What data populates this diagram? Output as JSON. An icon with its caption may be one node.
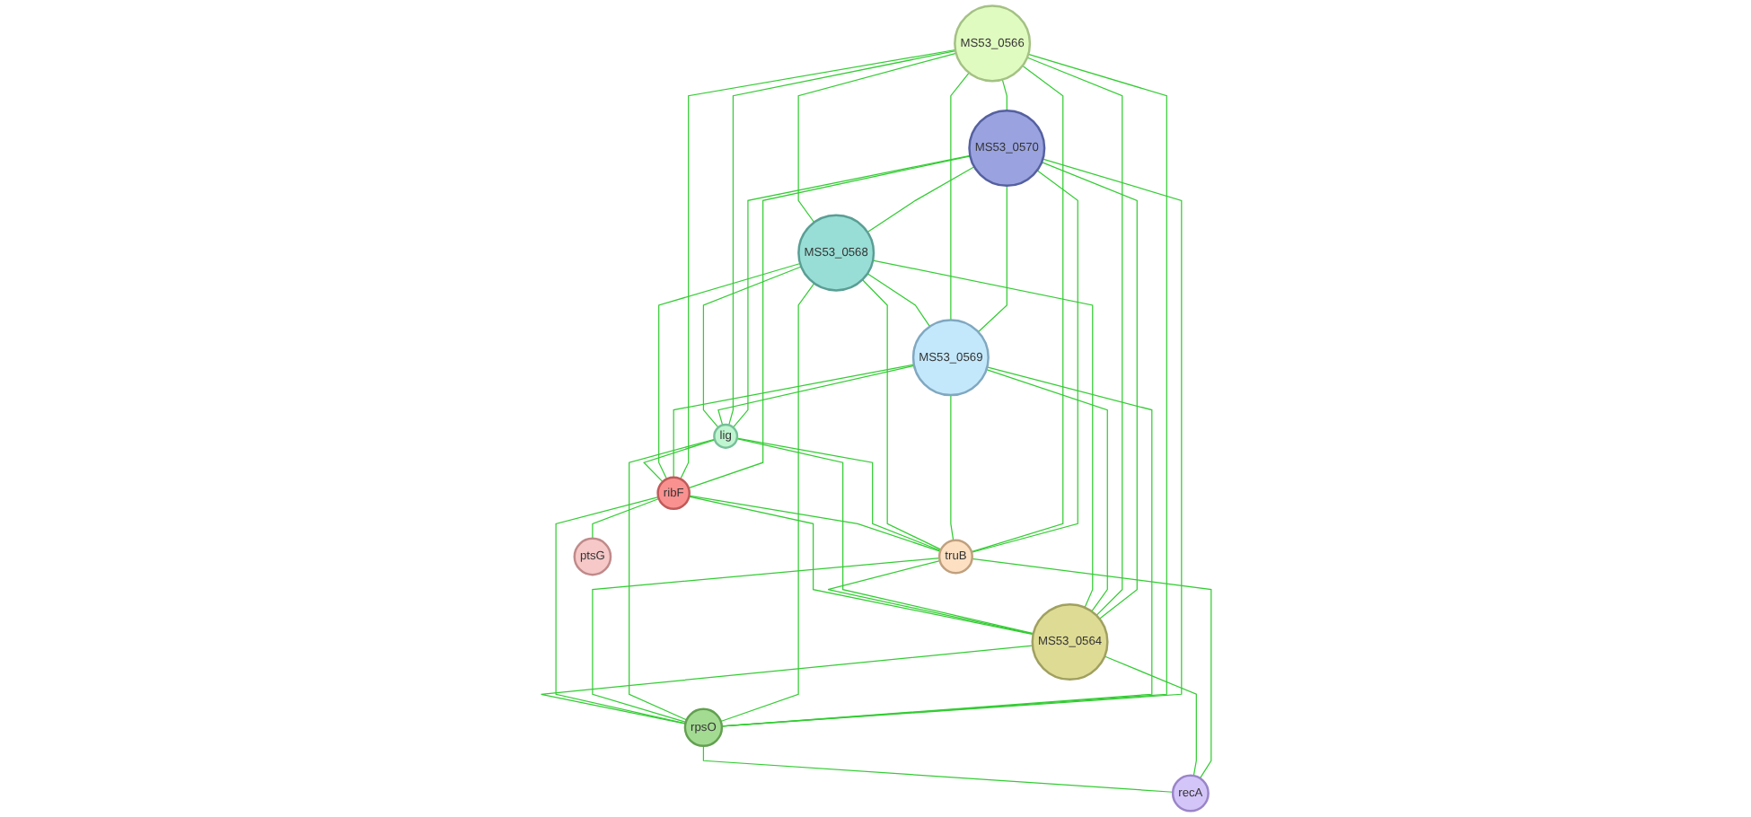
{
  "diagram": {
    "nodes": [
      {
        "text": [
          "MS53_0570"
        ]
      },
      {
        "text": [
          "MS53_0566"
        ]
      },
      {
        "text": [
          "MS53_0569"
        ]
      },
      {
        "text": [
          "MS53_0568"
        ]
      },
      {
        "text": [
          "lig"
        ]
      },
      {
        "text": [
          "truB"
        ]
      },
      {
        "text": [
          "ribF"
        ]
      },
      {
        "text": [
          "MS53_0564"
        ]
      },
      {
        "text": [
          "rpsO"
        ]
      },
      {
        "text": [
          "ptsG"
        ]
      },
      {
        "text": [
          "recA"
        ]
      }
    ],
    "edges": [
      {
        "from": 1,
        "to": 0,
        "arrow": "none"
      },
      {
        "from": 0,
        "to": 2,
        "arrow": "none"
      },
      {
        "from": 0,
        "to": 3,
        "arrow": "none"
      },
      {
        "from": 0,
        "to": 4,
        "arrow": "none"
      },
      {
        "from": 0,
        "to": 5,
        "arrow": "none"
      },
      {
        "from": 0,
        "to": 6,
        "arrow": "none"
      },
      {
        "from": 0,
        "to": 7,
        "arrow": "none"
      },
      {
        "from": 0,
        "to": 8,
        "arrow": "none"
      },
      {
        "from": 1,
        "to": 2,
        "arrow": "none"
      },
      {
        "from": 1,
        "to": 3,
        "arrow": "none"
      },
      {
        "from": 1,
        "to": 4,
        "arrow": "none"
      },
      {
        "from": 1,
        "to": 5,
        "arrow": "none"
      },
      {
        "from": 1,
        "to": 6,
        "arrow": "none"
      },
      {
        "from": 1,
        "to": 7,
        "arrow": "none"
      },
      {
        "from": 1,
        "to": 8,
        "arrow": "none"
      },
      {
        "from": 3,
        "to": 2,
        "arrow": "none"
      },
      {
        "from": 2,
        "to": 4,
        "arrow": "none"
      },
      {
        "from": 2,
        "to": 5,
        "arrow": "none"
      },
      {
        "from": 2,
        "to": 6,
        "arrow": "none"
      },
      {
        "from": 2,
        "to": 7,
        "arrow": "none"
      },
      {
        "from": 2,
        "to": 8,
        "arrow": "none"
      },
      {
        "from": 3,
        "to": 4,
        "arrow": "none"
      },
      {
        "from": 3,
        "to": 5,
        "arrow": "none"
      },
      {
        "from": 3,
        "to": 6,
        "arrow": "none"
      },
      {
        "from": 3,
        "to": 7,
        "arrow": "none"
      },
      {
        "from": 3,
        "to": 8,
        "arrow": "none"
      },
      {
        "from": 4,
        "to": 5,
        "arrow": "none"
      },
      {
        "from": 4,
        "to": 6,
        "arrow": "none"
      },
      {
        "from": 4,
        "to": 7,
        "arrow": "none"
      },
      {
        "from": 4,
        "to": 8,
        "arrow": "none"
      },
      {
        "from": 6,
        "to": 5,
        "arrow": "none"
      },
      {
        "from": 5,
        "to": 7,
        "arrow": "none"
      },
      {
        "from": 5,
        "to": 8,
        "arrow": "none"
      },
      {
        "from": 5,
        "to": 10,
        "arrow": "none"
      },
      {
        "from": 6,
        "to": 7,
        "arrow": "none"
      },
      {
        "from": 6,
        "to": 8,
        "arrow": "none"
      },
      {
        "from": 6,
        "to": 9,
        "arrow": "none"
      },
      {
        "from": 7,
        "to": 8,
        "arrow": "none"
      },
      {
        "from": 7,
        "to": 10,
        "arrow": "none"
      },
      {
        "from": 8,
        "to": 10,
        "arrow": "none"
      }
    ]
  }
}
